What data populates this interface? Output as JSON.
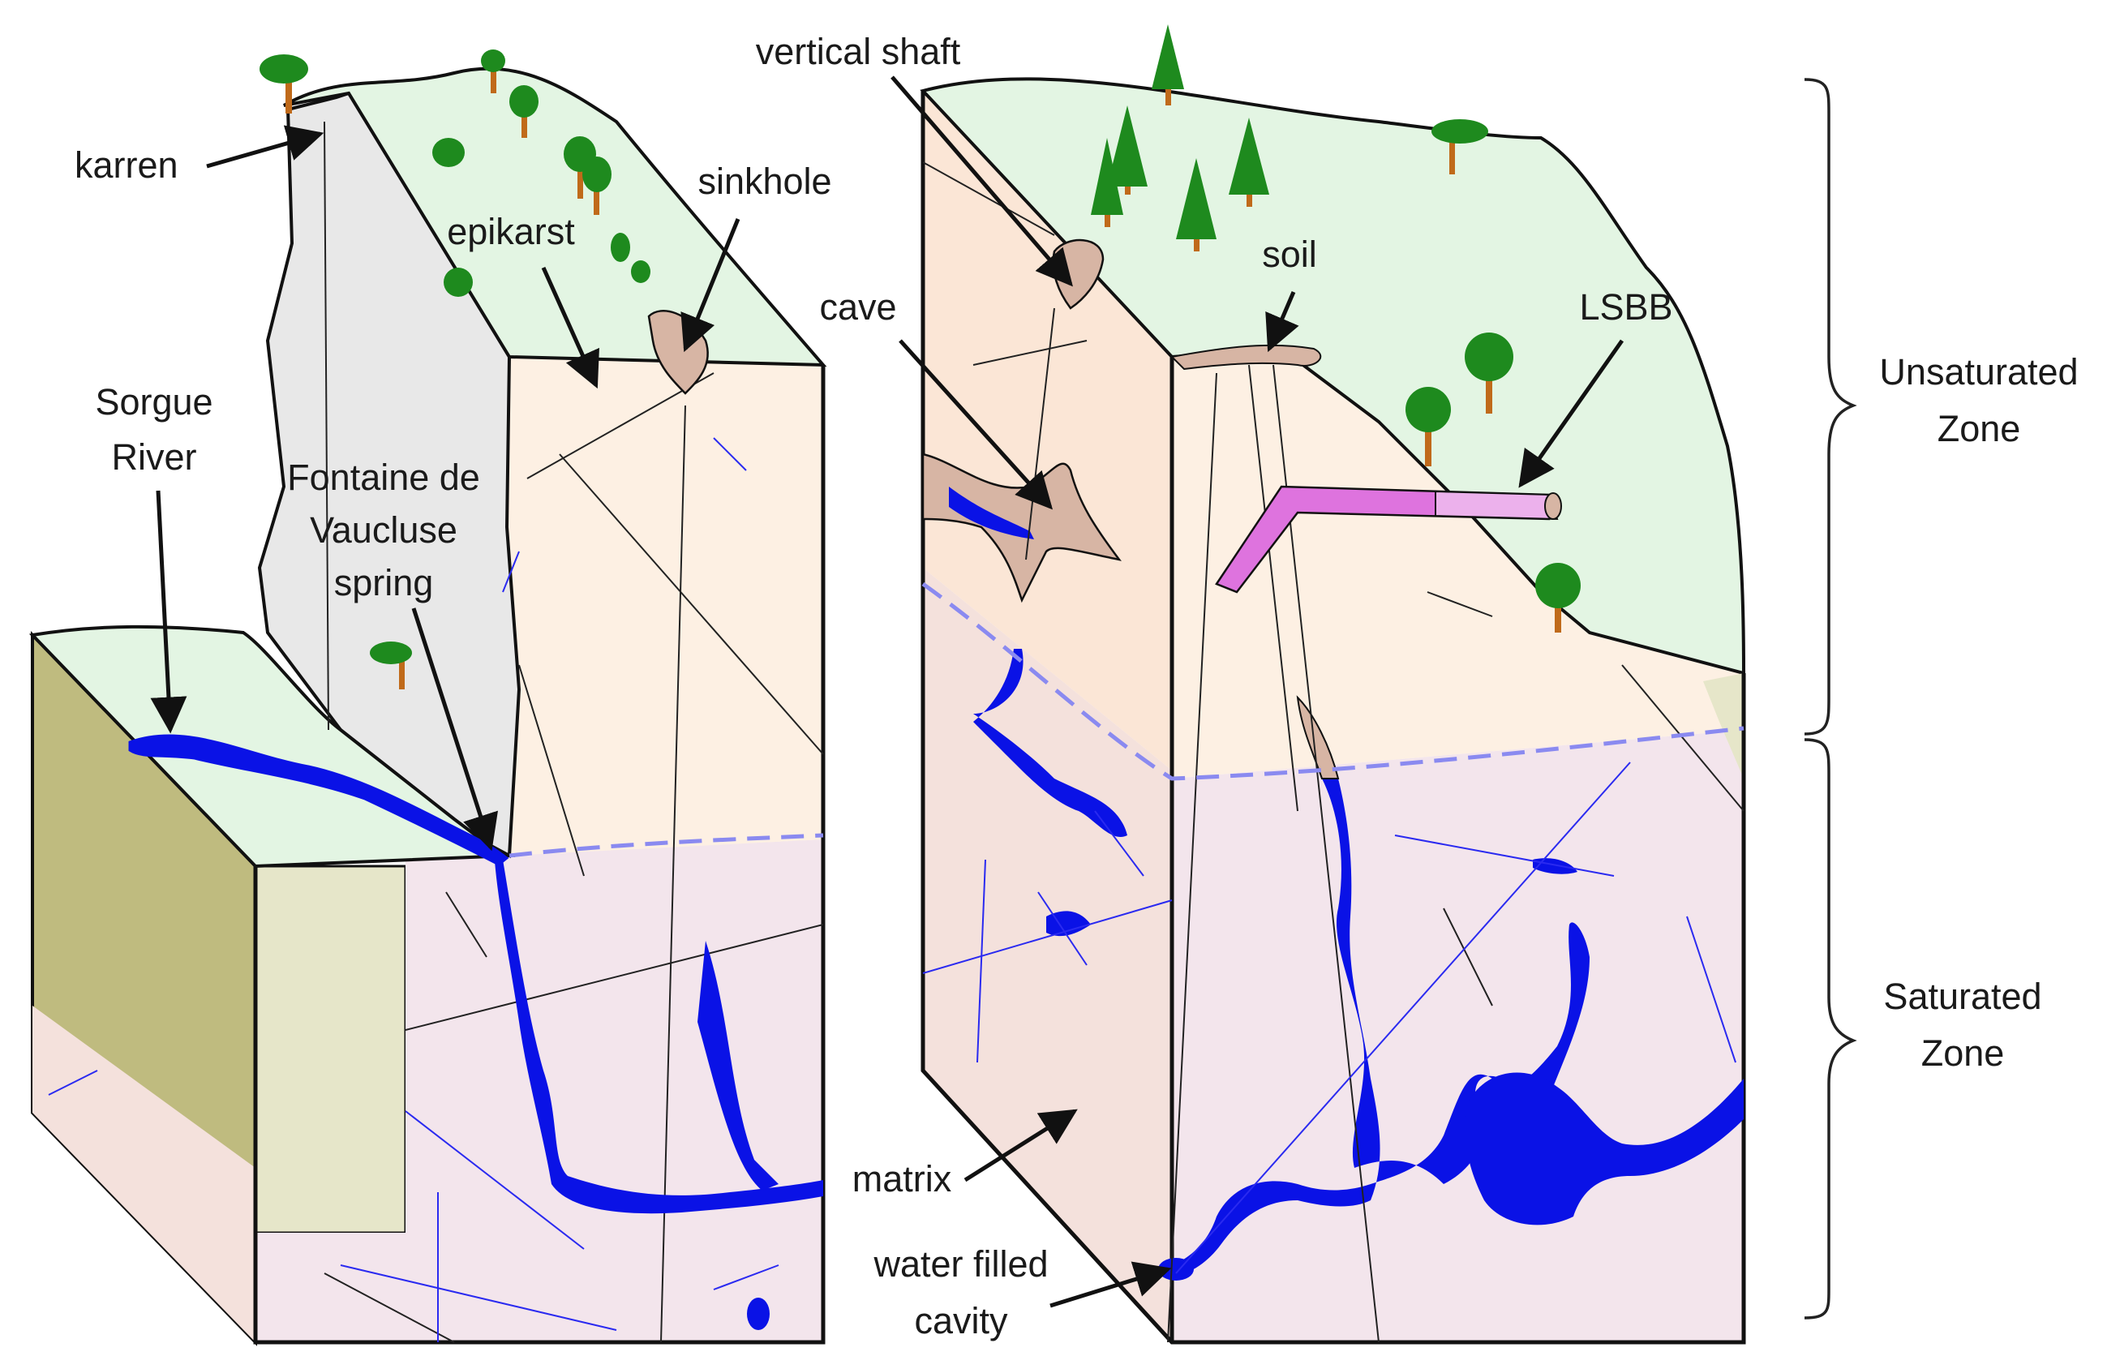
{
  "diagram": {
    "labels": {
      "karren": "karren",
      "epikarst": "epikarst",
      "sinkhole": "sinkhole",
      "vertical_shaft": "vertical shaft",
      "cave": "cave",
      "soil": "soil",
      "lsbb": "LSBB",
      "sorgue_river": [
        "Sorgue",
        "River"
      ],
      "fontaine": [
        "Fontaine de",
        "Vaucluse",
        "spring"
      ],
      "matrix": "matrix",
      "water_filled_cavity": [
        "water filled",
        "cavity"
      ]
    },
    "zones": {
      "unsaturated": [
        "Unsaturated",
        "Zone"
      ],
      "saturated": [
        "Saturated",
        "Zone"
      ]
    },
    "colors": {
      "vegetation_surface": "#e3f5e3",
      "cliff_gray": "#e8e8e8",
      "limestone_unsaturated": "#fdf0e3",
      "limestone_saturated": "#f3e5ec",
      "water": "#0a12e6",
      "sediment": "#bfbb7f",
      "sediment_light": "#e6e6c9",
      "conduit_fill": "#d7b5a4",
      "lsbb_tunnel": "#de73de",
      "water_table": "#8a8af0",
      "tree_foliage": "#1e8a1e",
      "tree_trunk": "#c06a1a"
    }
  }
}
